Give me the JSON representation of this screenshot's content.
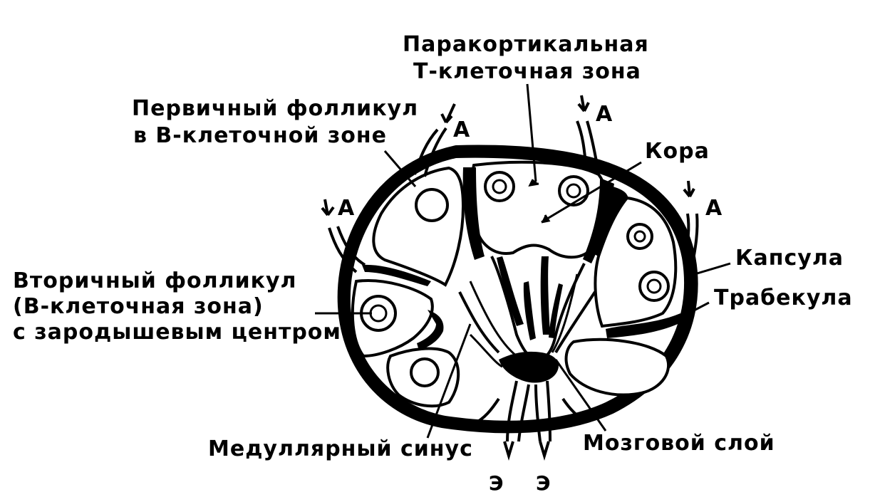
{
  "colors": {
    "ink": "#000000",
    "paper": "#ffffff"
  },
  "labels": {
    "paracortical_line1": "Паракортикальная",
    "paracortical_line2": "Т-клеточная зона",
    "primary_follicle_line1": "Первичный фолликул",
    "primary_follicle_line2": "в В-клеточной зоне",
    "cortex": "Кора",
    "capsule": "Капсула",
    "trabecula": "Трабекула",
    "secondary_follicle_line1": "Вторичный фолликул",
    "secondary_follicle_line2": "(В-клеточная зона)",
    "secondary_follicle_line3": "с зародышевым центром",
    "medullary_sinus": "Медуллярный синус",
    "medulla": "Мозговой слой",
    "afferent": "А",
    "efferent": "Э"
  }
}
